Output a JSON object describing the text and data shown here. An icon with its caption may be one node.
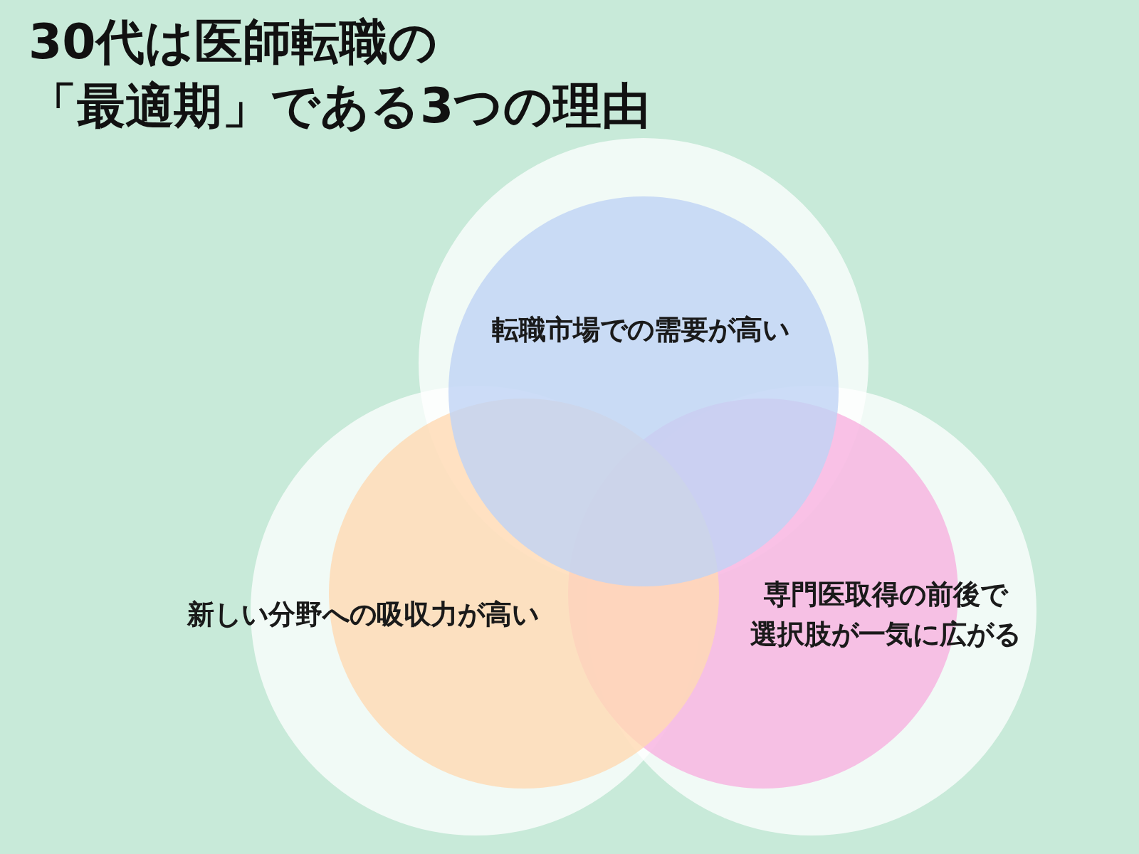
{
  "diagram": {
    "title": "30代は医師転職の「最適期」である3つの理由",
    "nodes": [
      {
        "text": [
          "転職市場での需要が高い"
        ]
      },
      {
        "text": [
          "新しい分野への吸収力が高い"
        ]
      },
      {
        "text": [
          "専門医取得の前後で選択肢が一気に広がる"
        ]
      }
    ]
  }
}
